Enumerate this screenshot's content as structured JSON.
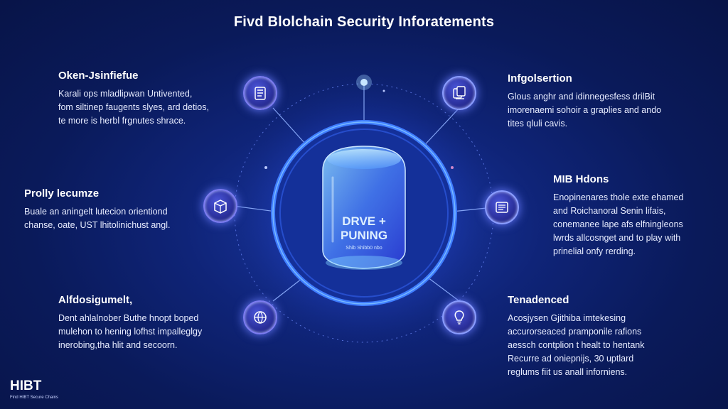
{
  "title": "Fivd Blolchain Security Inforatements",
  "center": {
    "line1": "DRVE +",
    "line2": "PUNING",
    "caption": "Shib Shibb0 nbo"
  },
  "blocks": [
    {
      "heading": "Oken-Jsinfiefue",
      "lines": [
        "Karali ops mladlipwan Untivented,",
        "fom siltinep faugents slyes, ard detios,",
        "te more is herbl frgnutes shrace."
      ]
    },
    {
      "heading": "Prolly lecumze",
      "lines": [
        "Buale an aningelt lutecion orientiond",
        "chanse, oate, UST lhitolinichust angl."
      ]
    },
    {
      "heading": "Alfdosigumelt,",
      "lines": [
        "Dent ahlalnober Buthe hnopt boped",
        "mulehon to hening lofhst impalleglgy",
        "inerobing,tha hlit and secoorn."
      ]
    },
    {
      "heading": "Infgolsertion",
      "lines": [
        "Glous anghr and idinnegesfess drilBit",
        "imorenaemi sohoir a graplies and ando",
        "tites qluli cavis."
      ]
    },
    {
      "heading": "MIB Hdons",
      "lines": [
        "Enopinenares thole exte ehamed",
        "and Roichanoral Senin lifais,",
        "conemanee lape afs elfningleons",
        "lwrds allcosnget and to play with",
        "prinelial onfy rerding."
      ]
    },
    {
      "heading": "Tenadenced",
      "lines": [
        "Acosjysen Gjithiba imtekesing",
        "accurorseaced pramponile rafions",
        "aessch contplion t healt to hentank",
        "Recurre ad oniepnijs, 30 uptlard",
        "reglums fiit us anall inforniens."
      ]
    }
  ],
  "nodes": [
    {
      "icon": "folder-stack-icon"
    },
    {
      "icon": "box-icon"
    },
    {
      "icon": "globe-icon"
    },
    {
      "icon": "document-stack-icon"
    },
    {
      "icon": "list-panel-icon"
    },
    {
      "icon": "lightbulb-icon"
    }
  ],
  "logo": {
    "name": "HIBT",
    "tagline": "Find HIBT Secure Chains"
  },
  "colors": {
    "background": "#0f2478",
    "ring": "#3f7dff",
    "node_border": "#7c7cf0",
    "glow": "#6a9cff"
  }
}
